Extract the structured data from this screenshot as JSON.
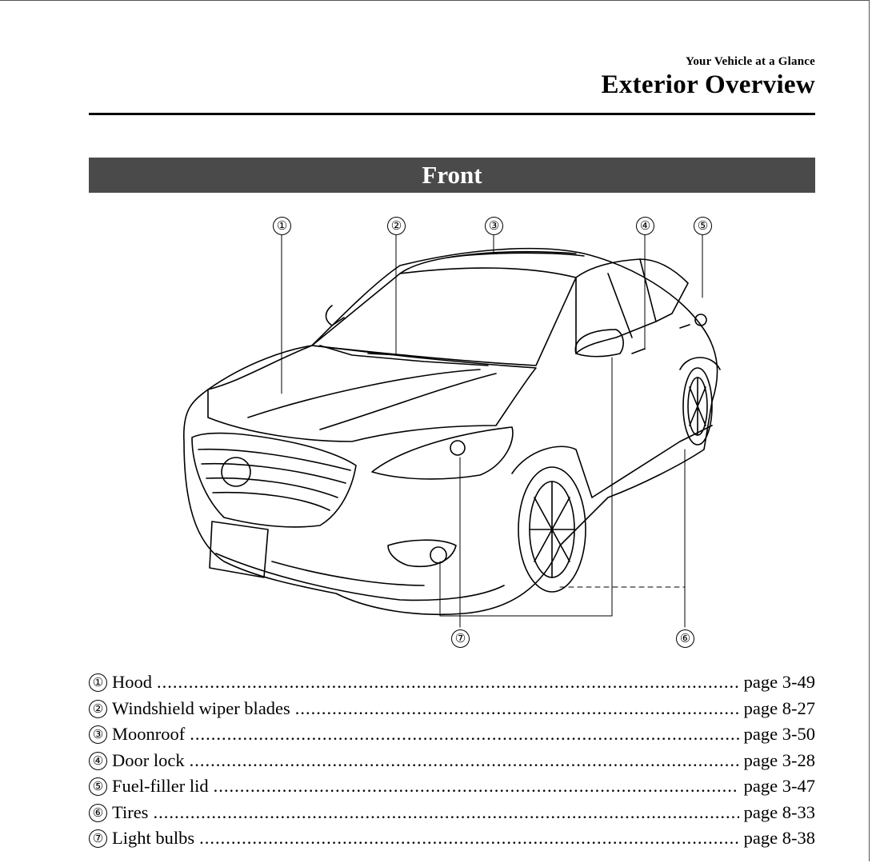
{
  "header": {
    "section": "Your Vehicle at a Glance",
    "title": "Exterior Overview"
  },
  "view_bar": {
    "label": "Front"
  },
  "figure": {
    "callouts": [
      "①",
      "②",
      "③",
      "④",
      "⑤",
      "⑥",
      "⑦"
    ]
  },
  "index": [
    {
      "num": "①",
      "label": "Hood",
      "page": "page 3-49"
    },
    {
      "num": "②",
      "label": "Windshield wiper blades",
      "page": "page 8-27"
    },
    {
      "num": "③",
      "label": "Moonroof",
      "page": "page 3-50"
    },
    {
      "num": "④",
      "label": "Door lock",
      "page": "page 3-28"
    },
    {
      "num": "⑤",
      "label": "Fuel-filler lid",
      "page": "page 3-47"
    },
    {
      "num": "⑥",
      "label": "Tires",
      "page": "page 8-33"
    },
    {
      "num": "⑦",
      "label": "Light bulbs",
      "page": "page 8-38"
    }
  ]
}
